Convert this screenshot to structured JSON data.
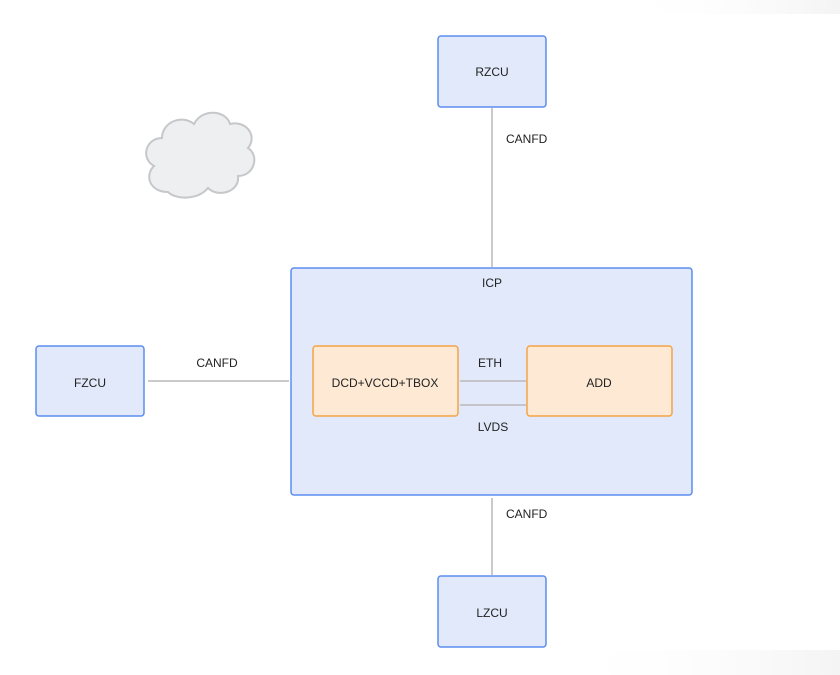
{
  "diagram": {
    "nodes": {
      "rzcu": {
        "label": "RZCU"
      },
      "icp": {
        "label": "ICP"
      },
      "dcd": {
        "label": "DCD+VCCD+TBOX"
      },
      "add": {
        "label": "ADD"
      },
      "fzcu": {
        "label": "FZCU"
      },
      "lzcu": {
        "label": "LZCU"
      }
    },
    "edges": {
      "rzcu_icp": {
        "label": "CANFD"
      },
      "fzcu_icp": {
        "label": "CANFD"
      },
      "icp_lzcu": {
        "label": "CANFD"
      },
      "dcd_add_eth": {
        "label": "ETH"
      },
      "dcd_add_lvds": {
        "label": "LVDS"
      }
    },
    "colors": {
      "blue_fill": "#e1e9fb",
      "blue_stroke": "#5b8def",
      "orange_fill": "#fde9d4",
      "orange_stroke": "#f5a447",
      "connector": "#b9b9b9",
      "cloud_fill": "#eeeff1"
    },
    "icons": {
      "cloud": "cloud-icon"
    }
  }
}
